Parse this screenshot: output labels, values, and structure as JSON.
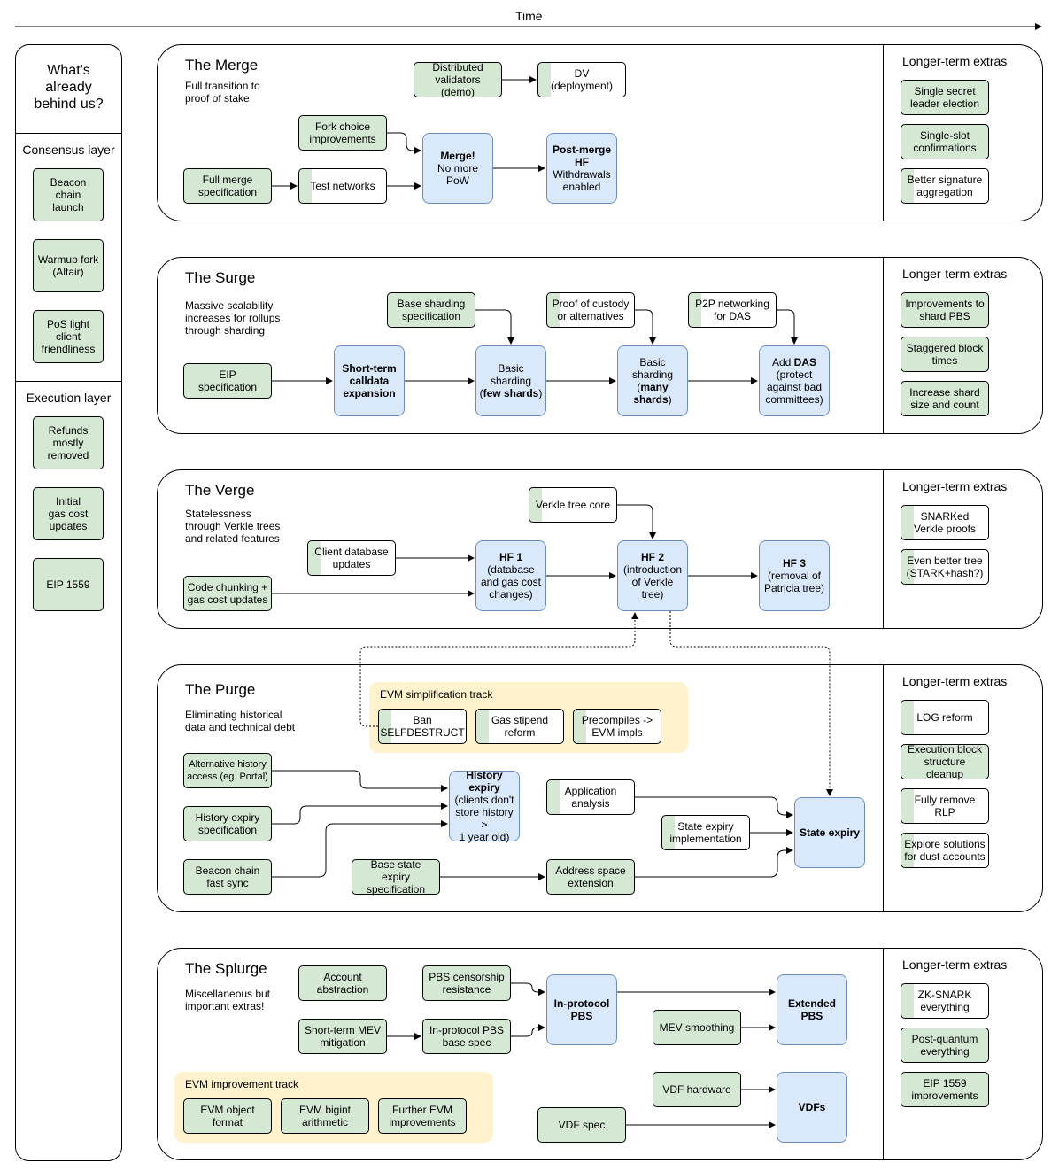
{
  "time_label": "Time",
  "sidebar": {
    "heading": "What's\nalready\nbehind us?",
    "consensus_title": "Consensus layer",
    "consensus": [
      "Beacon\nchain\nlaunch",
      "Warmup fork\n(Altair)",
      "PoS light\nclient\nfriendliness"
    ],
    "execution_title": "Execution layer",
    "execution": [
      "Refunds\nmostly\nremoved",
      "Initial\ngas cost\nupdates",
      "EIP 1559"
    ]
  },
  "extras_title": "Longer-term extras",
  "merge": {
    "title": "The Merge",
    "subtitle": "Full transition to\nproof of stake",
    "nodes": {
      "distributed_validators": "Distributed\nvalidators (demo)",
      "dv_deployment": "DV\n(deployment)",
      "fork_choice": "Fork choice\nimprovements",
      "full_merge_spec": "Full merge\nspecification",
      "test_networks": "Test networks",
      "merge_main": "Merge!",
      "merge_rest": "No more\nPoW",
      "postmerge_main": "Post-merge\nHF",
      "postmerge_rest": "Withdrawals\nenabled"
    },
    "extras": [
      "Single secret\nleader election",
      "Single-slot\nconfirmations",
      "Better signature\naggregation"
    ]
  },
  "surge": {
    "title": "The Surge",
    "subtitle": "Massive scalability\nincreases for rollups\nthrough sharding",
    "nodes": {
      "base_sharding_spec": "Base sharding\nspecification",
      "proof_custody": "Proof of custody\nor alternatives",
      "p2p_das": "P2P networking\nfor DAS",
      "eip_spec": "EIP\nspecification",
      "calldata": "Short-term\ncalldata\nexpansion",
      "basic_few_pre": "Basic\nsharding\n(",
      "basic_few_bold": "few shards",
      "basic_few_post": ")",
      "basic_many_pre": "Basic\nsharding\n(",
      "basic_many_bold": "many\nshards",
      "basic_many_post": ")",
      "das_pre": "Add ",
      "das_bold": "DAS",
      "das_post": "\n(protect\nagainst bad\ncommittees)"
    },
    "extras": [
      "Improvements to\nshard PBS",
      "Staggered block\ntimes",
      "Increase shard\nsize and count"
    ]
  },
  "verge": {
    "title": "The Verge",
    "subtitle": "Statelessness\nthrough Verkle trees\nand related features",
    "nodes": {
      "verkle_core": "Verkle tree core",
      "client_db": "Client database\nupdates",
      "code_chunking": "Code chunking +\ngas cost updates",
      "hf1_main": "HF 1",
      "hf1_rest": "(database\nand gas cost\nchanges)",
      "hf2_main": "HF 2",
      "hf2_rest": "(introduction\nof Verkle\ntree)",
      "hf3_main": "HF 3",
      "hf3_rest": "(removal of\nPatricia tree)"
    },
    "extras": [
      "SNARKed\nVerkle proofs",
      "Even better tree\n(STARK+hash?)"
    ]
  },
  "purge": {
    "title": "The Purge",
    "subtitle": "Eliminating historical\ndata and technical debt",
    "track_label": "EVM simplification track",
    "nodes": {
      "ban_selfdestruct": "Ban\nSELFDESTRUCT",
      "gas_stipend": "Gas stipend\nreform",
      "precompiles": "Precompiles ->\nEVM impls",
      "alt_history": "Alternative history\naccess (eg. Portal)",
      "history_expiry_spec": "History expiry\nspecification",
      "beacon_fast_sync": "Beacon chain\nfast sync",
      "history_expiry_main": "History\nexpiry",
      "history_expiry_rest": "(clients don't\nstore history >\n1 year old)",
      "app_analysis": "Application\nanalysis",
      "state_expiry_impl": "State expiry\nimplementation",
      "base_state_expiry": "Base state expiry\nspecification",
      "address_space": "Address space\nextension",
      "state_expiry": "State expiry"
    },
    "extras": [
      "LOG reform",
      "Execution block\nstructure cleanup",
      "Fully remove\nRLP",
      "Explore solutions\nfor dust accounts"
    ]
  },
  "splurge": {
    "title": "The Splurge",
    "subtitle": "Miscellaneous but\nimportant extras!",
    "track_label": "EVM improvement track",
    "nodes": {
      "account_abstraction": "Account\nabstraction",
      "pbs_censorship": "PBS censorship\nresistance",
      "short_mev": "Short-term MEV\nmitigation",
      "inprotocol_pbs_spec": "In-protocol PBS\nbase spec",
      "inprotocol_pbs": "In-protocol\nPBS",
      "mev_smoothing": "MEV smoothing",
      "extended_pbs": "Extended\nPBS",
      "vdf_hardware": "VDF hardware",
      "vdf_spec": "VDF spec",
      "vdfs": "VDFs",
      "evm_object": "EVM object\nformat",
      "evm_bigint": "EVM bigint\narithmetic",
      "further_evm": "Further EVM\nimprovements"
    },
    "extras": [
      "ZK-SNARK\neverything",
      "Post-quantum\neverything",
      "EIP 1559\nimprovements"
    ]
  },
  "colors": {
    "done_green": "#d5e8d4",
    "in_progress_blue": "#dae8fc",
    "blue_border": "#6c8ebf",
    "track_yellow": "#fff2cc"
  }
}
